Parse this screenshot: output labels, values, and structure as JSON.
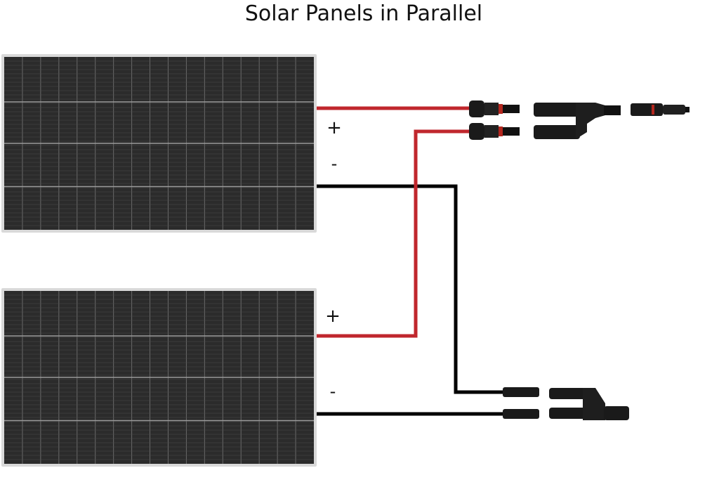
{
  "title": "Solar Panels in Parallel",
  "panels": [
    {
      "name": "top-panel",
      "positive_label": "+",
      "negative_label": "-"
    },
    {
      "name": "bottom-panel",
      "positive_label": "+",
      "negative_label": "-"
    }
  ],
  "colors": {
    "positive_wire": "#c0272d",
    "negative_wire": "#000000",
    "panel_cell": "#2b2b2b",
    "panel_frame": "#d6d6d6",
    "connector": "#1a1a1a",
    "connector_accent": "#b3261e"
  },
  "connectors": {
    "positive": "Y-branch connector (female)",
    "negative": "Y-branch connector (male)"
  }
}
